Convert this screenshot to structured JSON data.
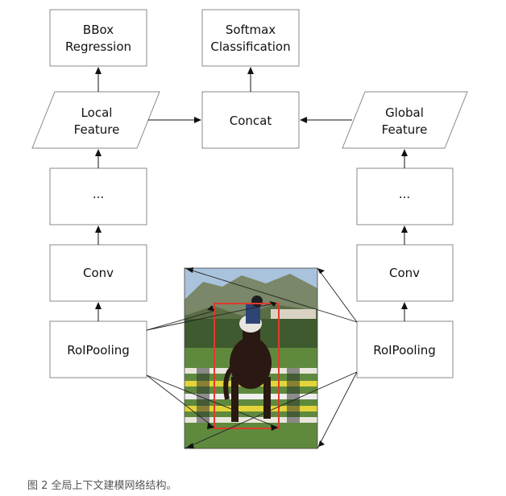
{
  "nodes": {
    "bbox_regression": [
      "BBox",
      "Regression"
    ],
    "softmax_classification": [
      "Softmax",
      "Classification"
    ],
    "local_feature": [
      "Local",
      "Feature"
    ],
    "concat": "Concat",
    "global_feature": [
      "Global",
      "Feature"
    ],
    "left_ellipsis": "...",
    "right_ellipsis": "...",
    "left_conv": "Conv",
    "right_conv": "Conv",
    "left_roipooling": "RoIPooling",
    "right_roipooling": "RoIPooling"
  },
  "photo": {
    "subject": "horse-and-rider-jumping",
    "colors": {
      "sky": "#a9c3dc",
      "grass": "#5f8a3e",
      "horse": "#2a1812",
      "bbox": "#e03a2c"
    }
  },
  "caption": "图 2 全局上下文建模网络结构。"
}
